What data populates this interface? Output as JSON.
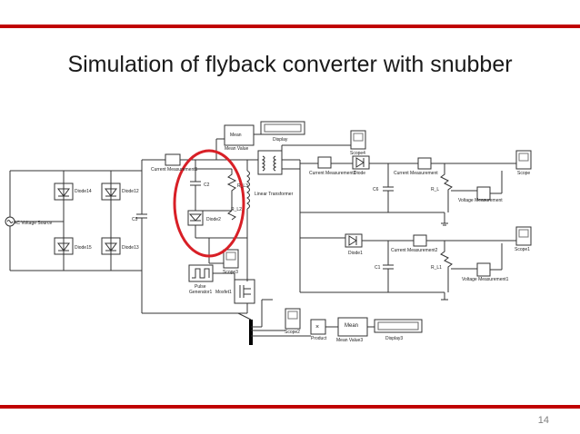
{
  "slide": {
    "title": "Simulation of flyback converter with snubber",
    "page_number": "14"
  },
  "accent_color": "#c00000",
  "highlight_color": "#d81f26",
  "labels": {
    "ac_source": "AC Voltage Source",
    "diode14": "Diode14",
    "diode12": "Diode12",
    "diode15": "Diode15",
    "diode13": "Diode13",
    "c5": "C5",
    "cm1": "Current Measurement1",
    "c2": "C2",
    "rl3": "R_L3",
    "rl2": "R_L2",
    "diode2": "Diode2",
    "mean_block": "Mean",
    "mean_value": "Mean Value",
    "display": "Display",
    "scope4": "Scope4",
    "transformer": "Linear Transformer",
    "cm3": "Current Measurement3",
    "diode": "Diode",
    "c6": "C6",
    "cm": "Current Measurement",
    "rl": "R_L",
    "scope": "Scope",
    "vm": "Voltage Measurement",
    "diode1": "Diode1",
    "cm2": "Current Measurement2",
    "c1": "C1",
    "rl1": "R_L1",
    "scope1": "Scope1",
    "vm1": "Voltage Measurement1",
    "scope3": "Scope3",
    "pulse": "Pulse",
    "generator": "Generator1",
    "mosfet": "Mosfet1",
    "scope2": "Scope2",
    "product_sign": "×",
    "product": "Product",
    "mean3_block": "Mean",
    "mean_value3": "Mean Value3",
    "display3": "Display3"
  }
}
